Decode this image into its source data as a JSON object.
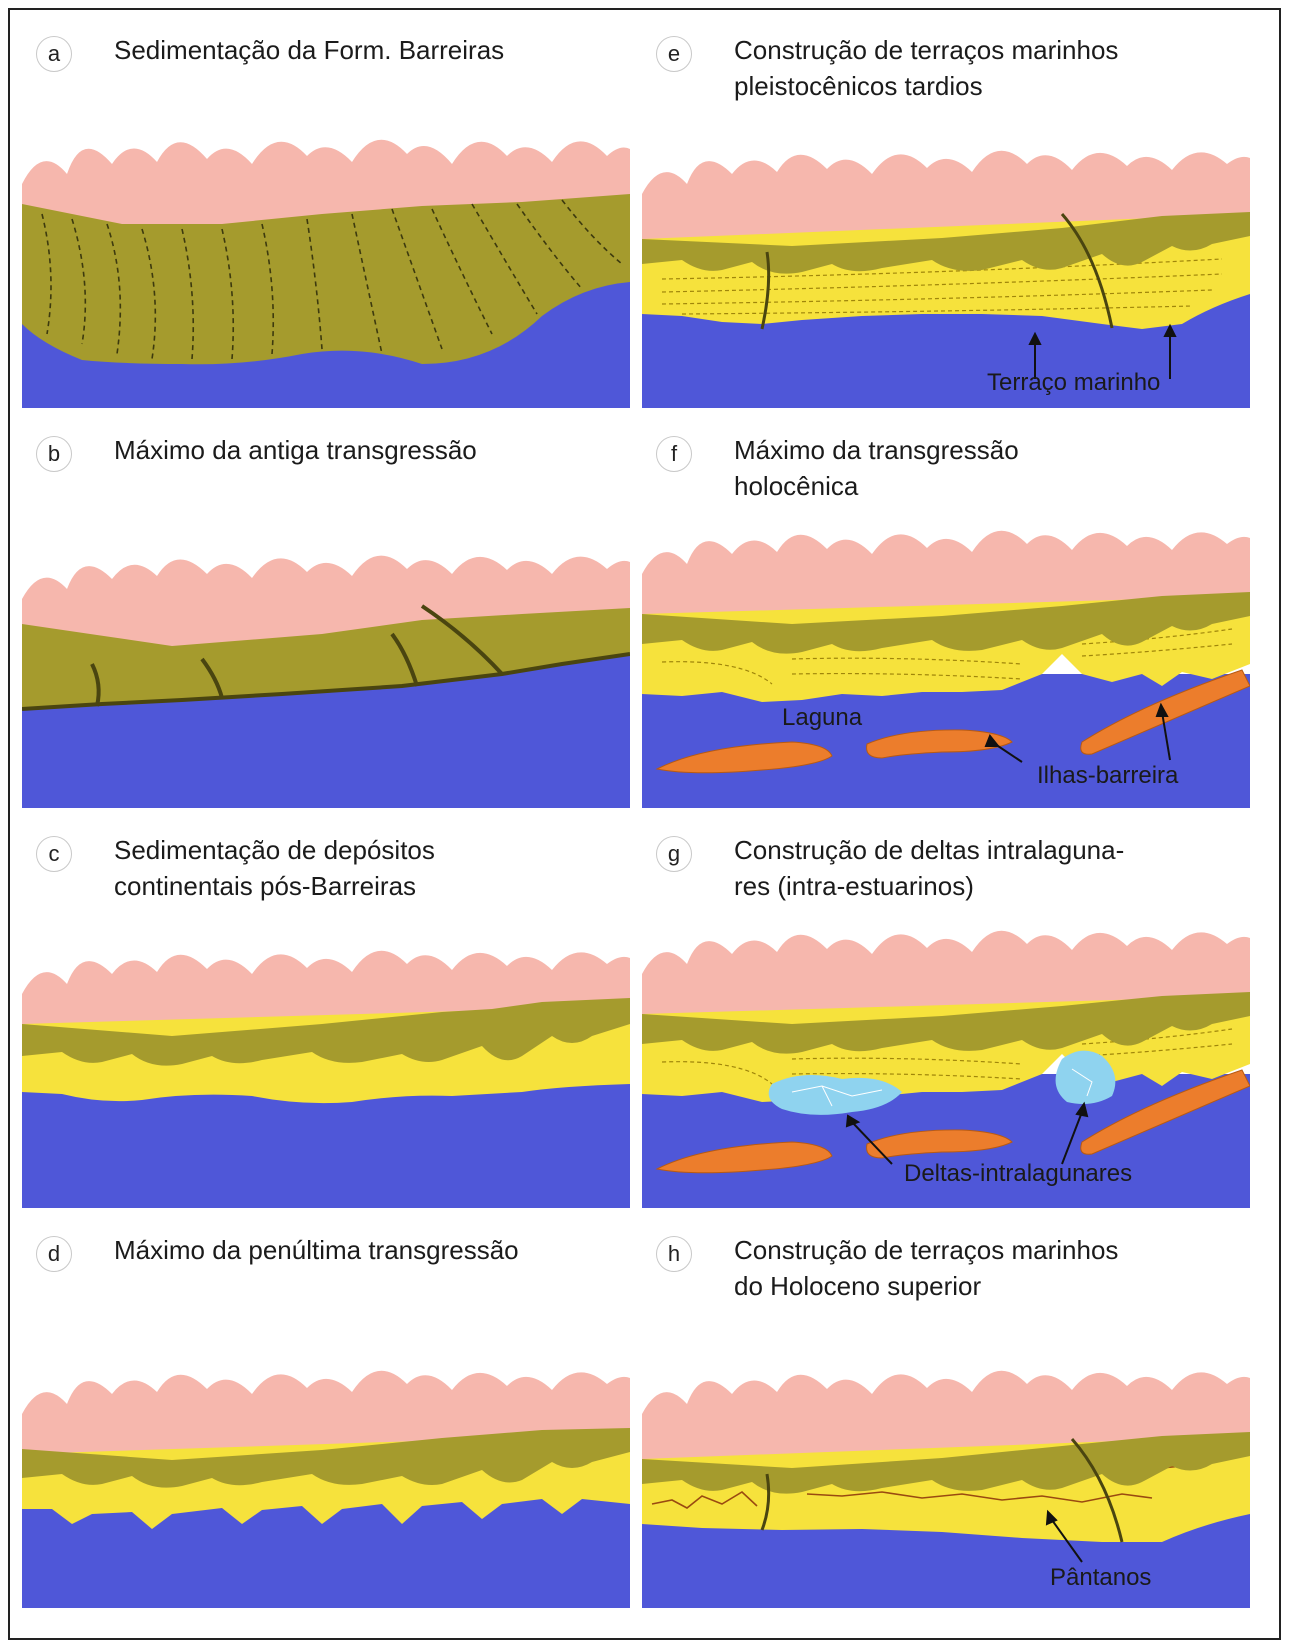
{
  "colors": {
    "background": "#ffffff",
    "mountains": "#f6b7ad",
    "barreiras_formation": "#a59b2d",
    "continental_deposits": "#f6e23c",
    "sea": "#4f57d8",
    "barrier_islands": "#ec7d2c",
    "intralagoonal_deltas": "#8fd3ef"
  },
  "panels": [
    {
      "letter": "a",
      "title": "Sedimentação da Form. Barreiras",
      "labels": []
    },
    {
      "letter": "b",
      "title": "Máximo da antiga transgressão",
      "labels": []
    },
    {
      "letter": "c",
      "title": "Sedimentação de depósitos\ncontinentais pós-Barreiras",
      "labels": []
    },
    {
      "letter": "d",
      "title": "Máximo da penúltima transgressão",
      "labels": []
    },
    {
      "letter": "e",
      "title": "Construção de terraços marinhos\npleistocênicos tardios",
      "labels": [
        "Terraço marinho"
      ]
    },
    {
      "letter": "f",
      "title": "Máximo da transgressão\nholocênica",
      "labels": [
        "Laguna",
        "Ilhas-barreira"
      ]
    },
    {
      "letter": "g",
      "title": "Construção de deltas intralaguna-\nres (intra-estuarinos)",
      "labels": [
        "Deltas-intralagunares"
      ]
    },
    {
      "letter": "h",
      "title": "Construção de terraços marinhos\ndo Holoceno superior",
      "labels": [
        "Pântanos"
      ]
    }
  ]
}
